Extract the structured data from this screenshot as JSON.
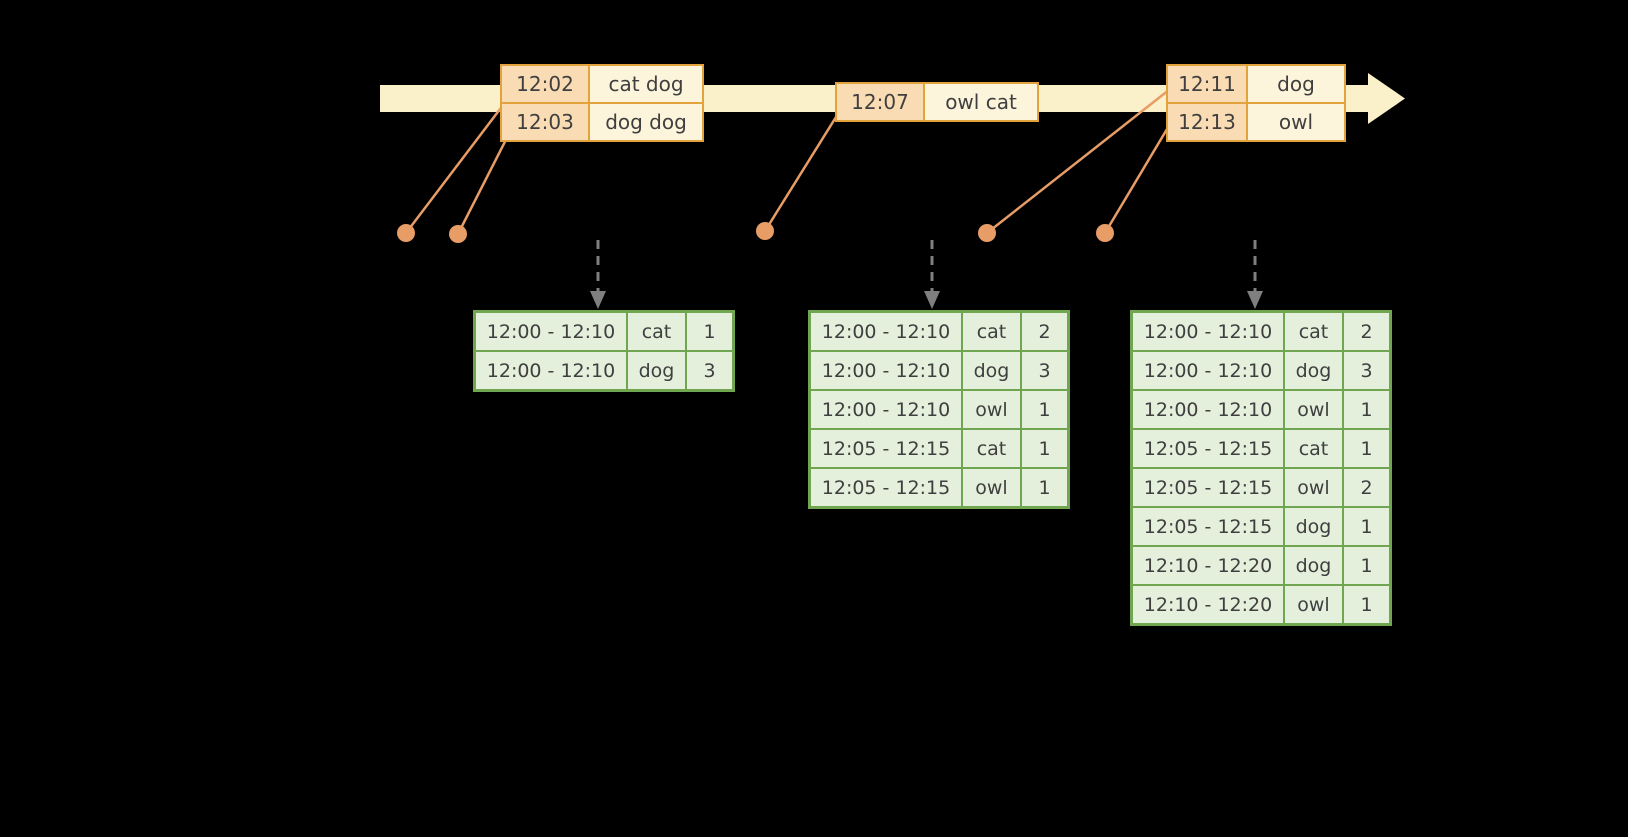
{
  "colors": {
    "page-bg": "#000000",
    "timeline-fill": "#faf0c9",
    "event-border": "#e2a33c",
    "event-time-bg": "#fadcb4",
    "event-word-bg": "#fdf4dc",
    "connector": "#e89c66",
    "dashed-arrow": "#7f7f7f",
    "result-border": "#71a651",
    "result-cell-bg": "#e4efdc",
    "cell-text": "#3f3f3f"
  },
  "event_tables": [
    {
      "id": "events-batch-1",
      "rows": [
        {
          "time": "12:02",
          "words": "cat dog"
        },
        {
          "time": "12:03",
          "words": "dog dog"
        }
      ]
    },
    {
      "id": "events-batch-2",
      "rows": [
        {
          "time": "12:07",
          "words": "owl cat"
        }
      ]
    },
    {
      "id": "events-batch-3",
      "rows": [
        {
          "time": "12:11",
          "words": "dog"
        },
        {
          "time": "12:13",
          "words": "owl"
        }
      ]
    }
  ],
  "result_tables": [
    {
      "id": "result-table-1",
      "rows": [
        {
          "window": "12:00 - 12:10",
          "word": "cat",
          "count": "1"
        },
        {
          "window": "12:00 - 12:10",
          "word": "dog",
          "count": "3"
        }
      ]
    },
    {
      "id": "result-table-2",
      "rows": [
        {
          "window": "12:00 - 12:10",
          "word": "cat",
          "count": "2"
        },
        {
          "window": "12:00 - 12:10",
          "word": "dog",
          "count": "3"
        },
        {
          "window": "12:00 - 12:10",
          "word": "owl",
          "count": "1"
        },
        {
          "window": "12:05 - 12:15",
          "word": "cat",
          "count": "1"
        },
        {
          "window": "12:05 - 12:15",
          "word": "owl",
          "count": "1"
        }
      ]
    },
    {
      "id": "result-table-3",
      "rows": [
        {
          "window": "12:00 - 12:10",
          "word": "cat",
          "count": "2"
        },
        {
          "window": "12:00 - 12:10",
          "word": "dog",
          "count": "3"
        },
        {
          "window": "12:00 - 12:10",
          "word": "owl",
          "count": "1"
        },
        {
          "window": "12:05 - 12:15",
          "word": "cat",
          "count": "1"
        },
        {
          "window": "12:05 - 12:15",
          "word": "owl",
          "count": "2"
        },
        {
          "window": "12:05 - 12:15",
          "word": "dog",
          "count": "1"
        },
        {
          "window": "12:10 - 12:20",
          "word": "dog",
          "count": "1"
        },
        {
          "window": "12:10 - 12:20",
          "word": "owl",
          "count": "1"
        }
      ]
    }
  ]
}
